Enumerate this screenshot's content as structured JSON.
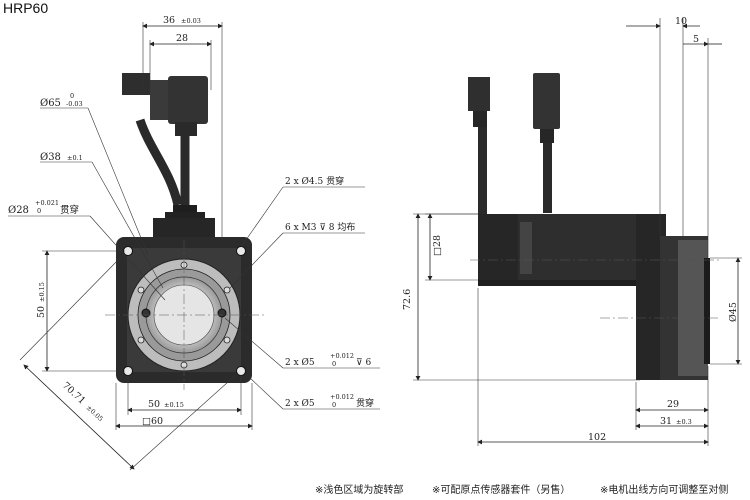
{
  "title": "HRP60",
  "front_view": {
    "d65": {
      "main": "Ø65",
      "tol_top": "0",
      "tol_bot": "-0.03"
    },
    "d38": {
      "main": "Ø38",
      "tol": "±0.1"
    },
    "d28": {
      "main": "Ø28",
      "tol_top": "+0.021",
      "tol_bot": "0",
      "suffix": "贯穿"
    },
    "dim_36": {
      "main": "36",
      "tol": "±0.03"
    },
    "dim_28": "28",
    "holes_45": "2 x Ø4.5 贯穿",
    "m3": "6 x M3 ⊽ 8 均布",
    "pin5_deep": {
      "prefix": "2 x Ø5",
      "tol_top": "+0.012",
      "tol_bot": "0",
      "suffix": "⊽ 6"
    },
    "pin5_thru": {
      "prefix": "2 x Ø5",
      "tol_top": "+0.012",
      "tol_bot": "0",
      "suffix": "贯穿"
    },
    "dim_50_v": {
      "main": "50",
      "tol": "±0.15"
    },
    "dim_50_h": {
      "main": "50",
      "tol": "±0.15"
    },
    "dim_60": "□60",
    "dim_diag": {
      "main": "70.71",
      "tol": "±0.05"
    }
  },
  "side_view": {
    "dim_10": "10",
    "dim_5": "5",
    "sq28": "□28",
    "dim_72_6": "72.6",
    "d45": "Ø45",
    "dim_29": "29",
    "dim_31": {
      "main": "31",
      "tol": "±0.3"
    },
    "dim_102": "102"
  },
  "notes": [
    "※浅色区域为旋转部",
    "※可配原点传感器套件（另售）",
    "※电机出线方向可调整至对侧"
  ],
  "colors": {
    "body": "#2b2b2b",
    "body_dark": "#1a1a1a",
    "body_light": "#5a5a5a",
    "rotor": "#bdbdbd",
    "line": "#222222"
  }
}
